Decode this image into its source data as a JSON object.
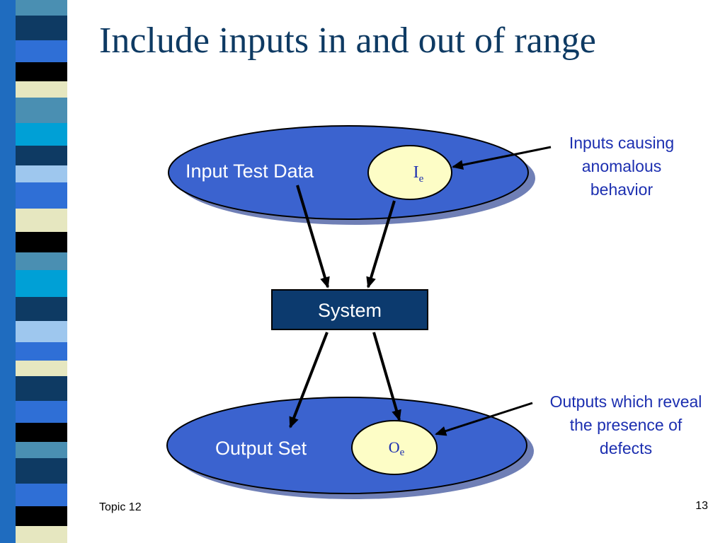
{
  "slide": {
    "title": "Include inputs in and out of range",
    "footer_left": "Topic 12",
    "page_number": "13"
  },
  "diagram": {
    "input_label": "Input Test Data",
    "input_anomaly": {
      "symbol": "I",
      "subscript": "e"
    },
    "system_label": "System",
    "output_label": "Output Set",
    "output_anomaly": {
      "symbol": "O",
      "subscript": "e"
    },
    "callout_inputs": [
      "Inputs causing",
      "anomalous",
      "behavior"
    ],
    "callout_outputs": [
      "Outputs which reveal",
      "the presence of",
      "defects"
    ]
  },
  "colors": {
    "ellipse_fill": "#3b63cf",
    "ellipse_shadow": "#6f7fb6",
    "inner_ellipse_fill": "#fdfdc6",
    "system_fill": "#0c3a6e",
    "callout_text": "#1c2fb0",
    "title_text": "#0e3a63"
  }
}
